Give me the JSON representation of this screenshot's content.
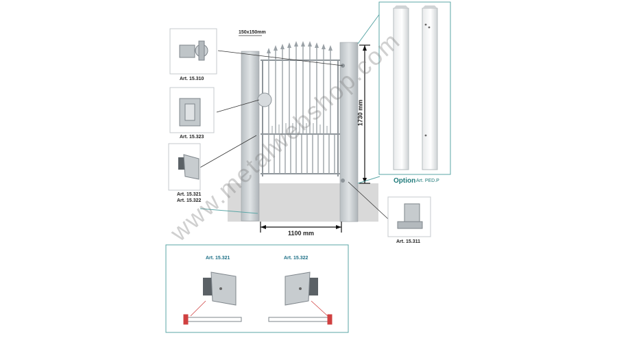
{
  "dimensions": {
    "top": "150x150mm",
    "height": "1730 mm",
    "width": "1100 mm"
  },
  "parts": {
    "hinge_top": "Art. 15.310",
    "lock_box": "Art. 15.323",
    "stop_321": "Art. 15.321",
    "stop_322": "Art. 15.322",
    "floor_plate": "Art. 15.311"
  },
  "option": {
    "word": "Option",
    "article": "Art. PED.P"
  },
  "detail_panel": {
    "left_title": "Art. 15.321",
    "right_title": "Art. 15.322"
  },
  "watermark": "www.metalwebshop.com",
  "colors": {
    "accent": "#5aa6a6",
    "title_blue": "#1c6f86",
    "option_green": "#1f7a7a",
    "ground": "#d9d9d9",
    "post": "#c8cdd0"
  }
}
